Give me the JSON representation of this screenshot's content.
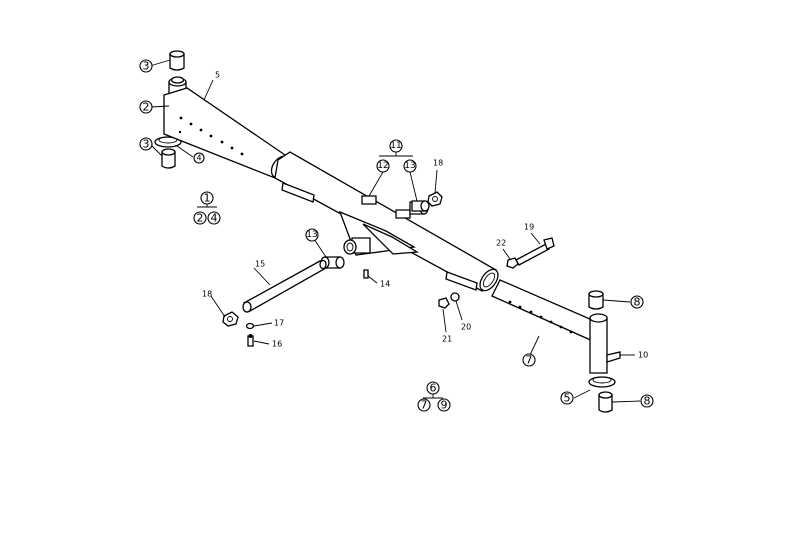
{
  "diagram": {
    "callouts": {
      "c1": "1",
      "c2a": "2",
      "c4a": "4",
      "c2": "2",
      "c3a": "3",
      "c3b": "3",
      "c4": "4",
      "c5": "5",
      "c6": "6",
      "c7a": "7",
      "c9": "9",
      "c7": "7",
      "c8a": "8",
      "c8b": "8",
      "c10": "10",
      "c5b": "5",
      "c11": "11",
      "c12": "12",
      "c13a": "13",
      "c13b": "13",
      "c14": "14",
      "c15": "15",
      "c16": "16",
      "c17": "17",
      "c18a": "18",
      "c18b": "18",
      "c19": "19",
      "c20": "20",
      "c21": "21",
      "c22": "22"
    }
  }
}
